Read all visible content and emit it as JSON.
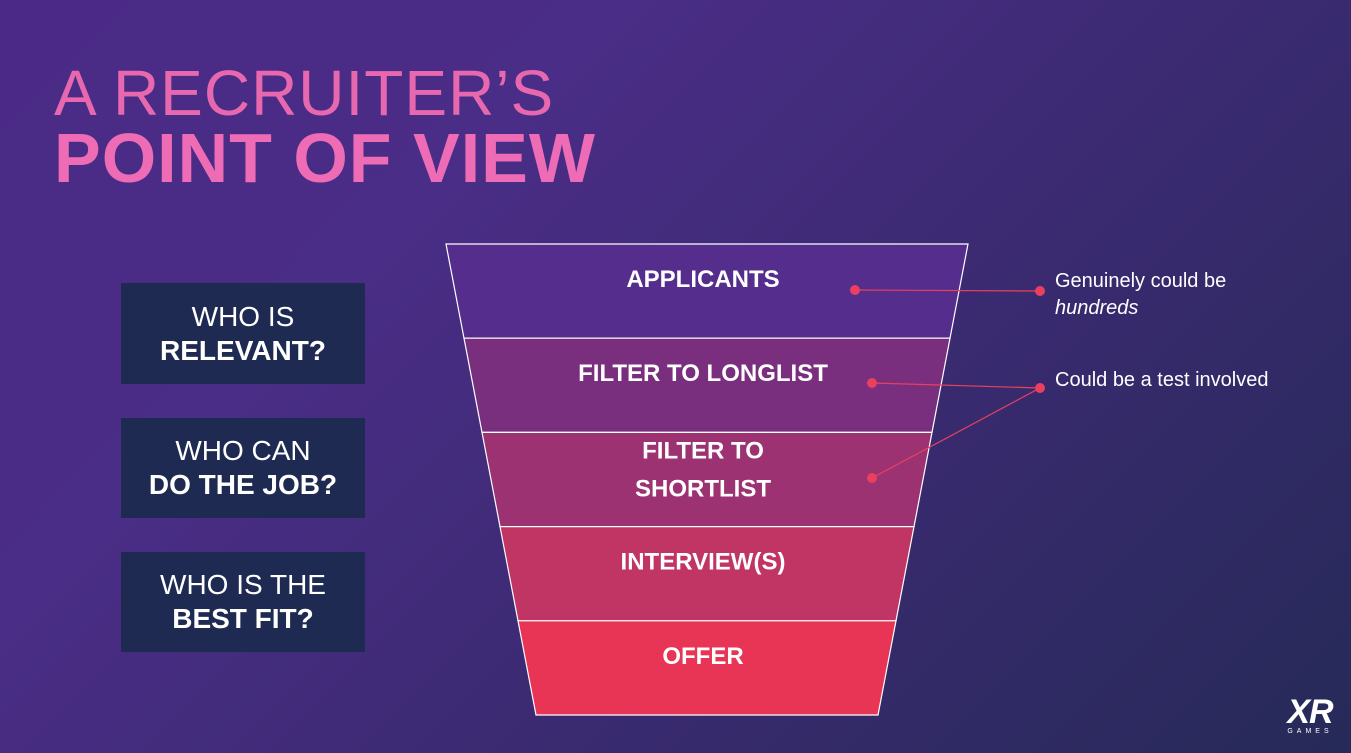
{
  "title": {
    "line1": "A RECRUITER’S",
    "line2": "POINT OF VIEW"
  },
  "questions": [
    {
      "light": "WHO IS",
      "bold": "RELEVANT?"
    },
    {
      "light": "WHO CAN",
      "bold": "DO THE JOB?"
    },
    {
      "light": "WHO IS THE",
      "bold": "BEST FIT?"
    }
  ],
  "funnel": {
    "stages": [
      {
        "lines": [
          "APPLICANTS"
        ],
        "color": "#552d8c"
      },
      {
        "lines": [
          "FILTER TO LONGLIST"
        ],
        "color": "#7a2f7e"
      },
      {
        "lines": [
          "FILTER TO",
          "SHORTLIST"
        ],
        "color": "#9c3272"
      },
      {
        "lines": [
          "INTERVIEW(S)"
        ],
        "color": "#c13565"
      },
      {
        "lines": [
          "OFFER"
        ],
        "color": "#e83455"
      }
    ],
    "stroke_color": "#ffffff"
  },
  "annotations": [
    {
      "text": "Genuinely could be",
      "emphasis": "hundreds"
    },
    {
      "text": "Could be a test involved",
      "emphasis": ""
    }
  ],
  "connector_color": "#e8405e",
  "logo": {
    "main": "XR",
    "sub": "GAMES"
  }
}
